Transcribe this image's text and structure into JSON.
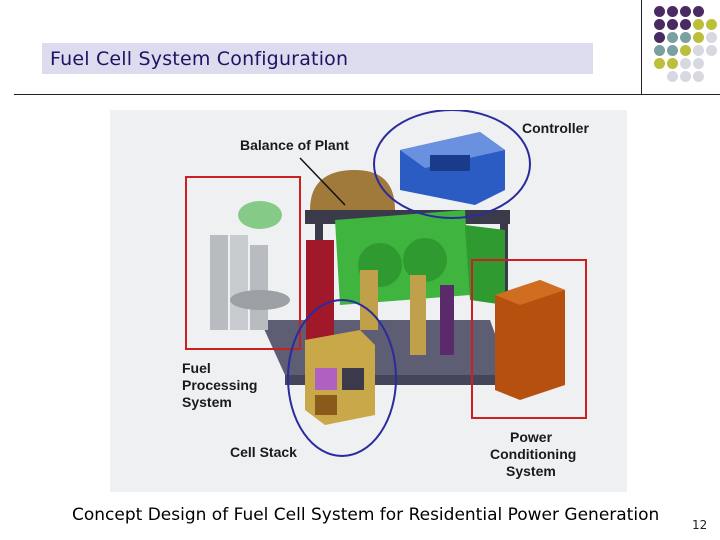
{
  "slide": {
    "title": "Fuel Cell System Configuration",
    "caption": "Concept Design of Fuel Cell System for Residential Power Generation",
    "page_number": "12"
  },
  "figure": {
    "labels": {
      "balance_of_plant": "Balance of Plant",
      "controller": "Controller",
      "fuel_line1": "Fuel",
      "fuel_line2": "Processing",
      "fuel_line3": "System",
      "cell_stack": "Cell Stack",
      "power_line1": "Power",
      "power_line2": "Conditioning",
      "power_line3": "System"
    }
  },
  "colors": {
    "title_band": "#dddbee",
    "title_text": "#1b1464",
    "dot_purple": "#4a2a63",
    "dot_teal": "#7aa0a0",
    "dot_olive": "#bcbf3a",
    "dot_light": "#d8d8e0",
    "highlight_red": "#cc1f1f",
    "highlight_blue": "#2b2b9e"
  }
}
